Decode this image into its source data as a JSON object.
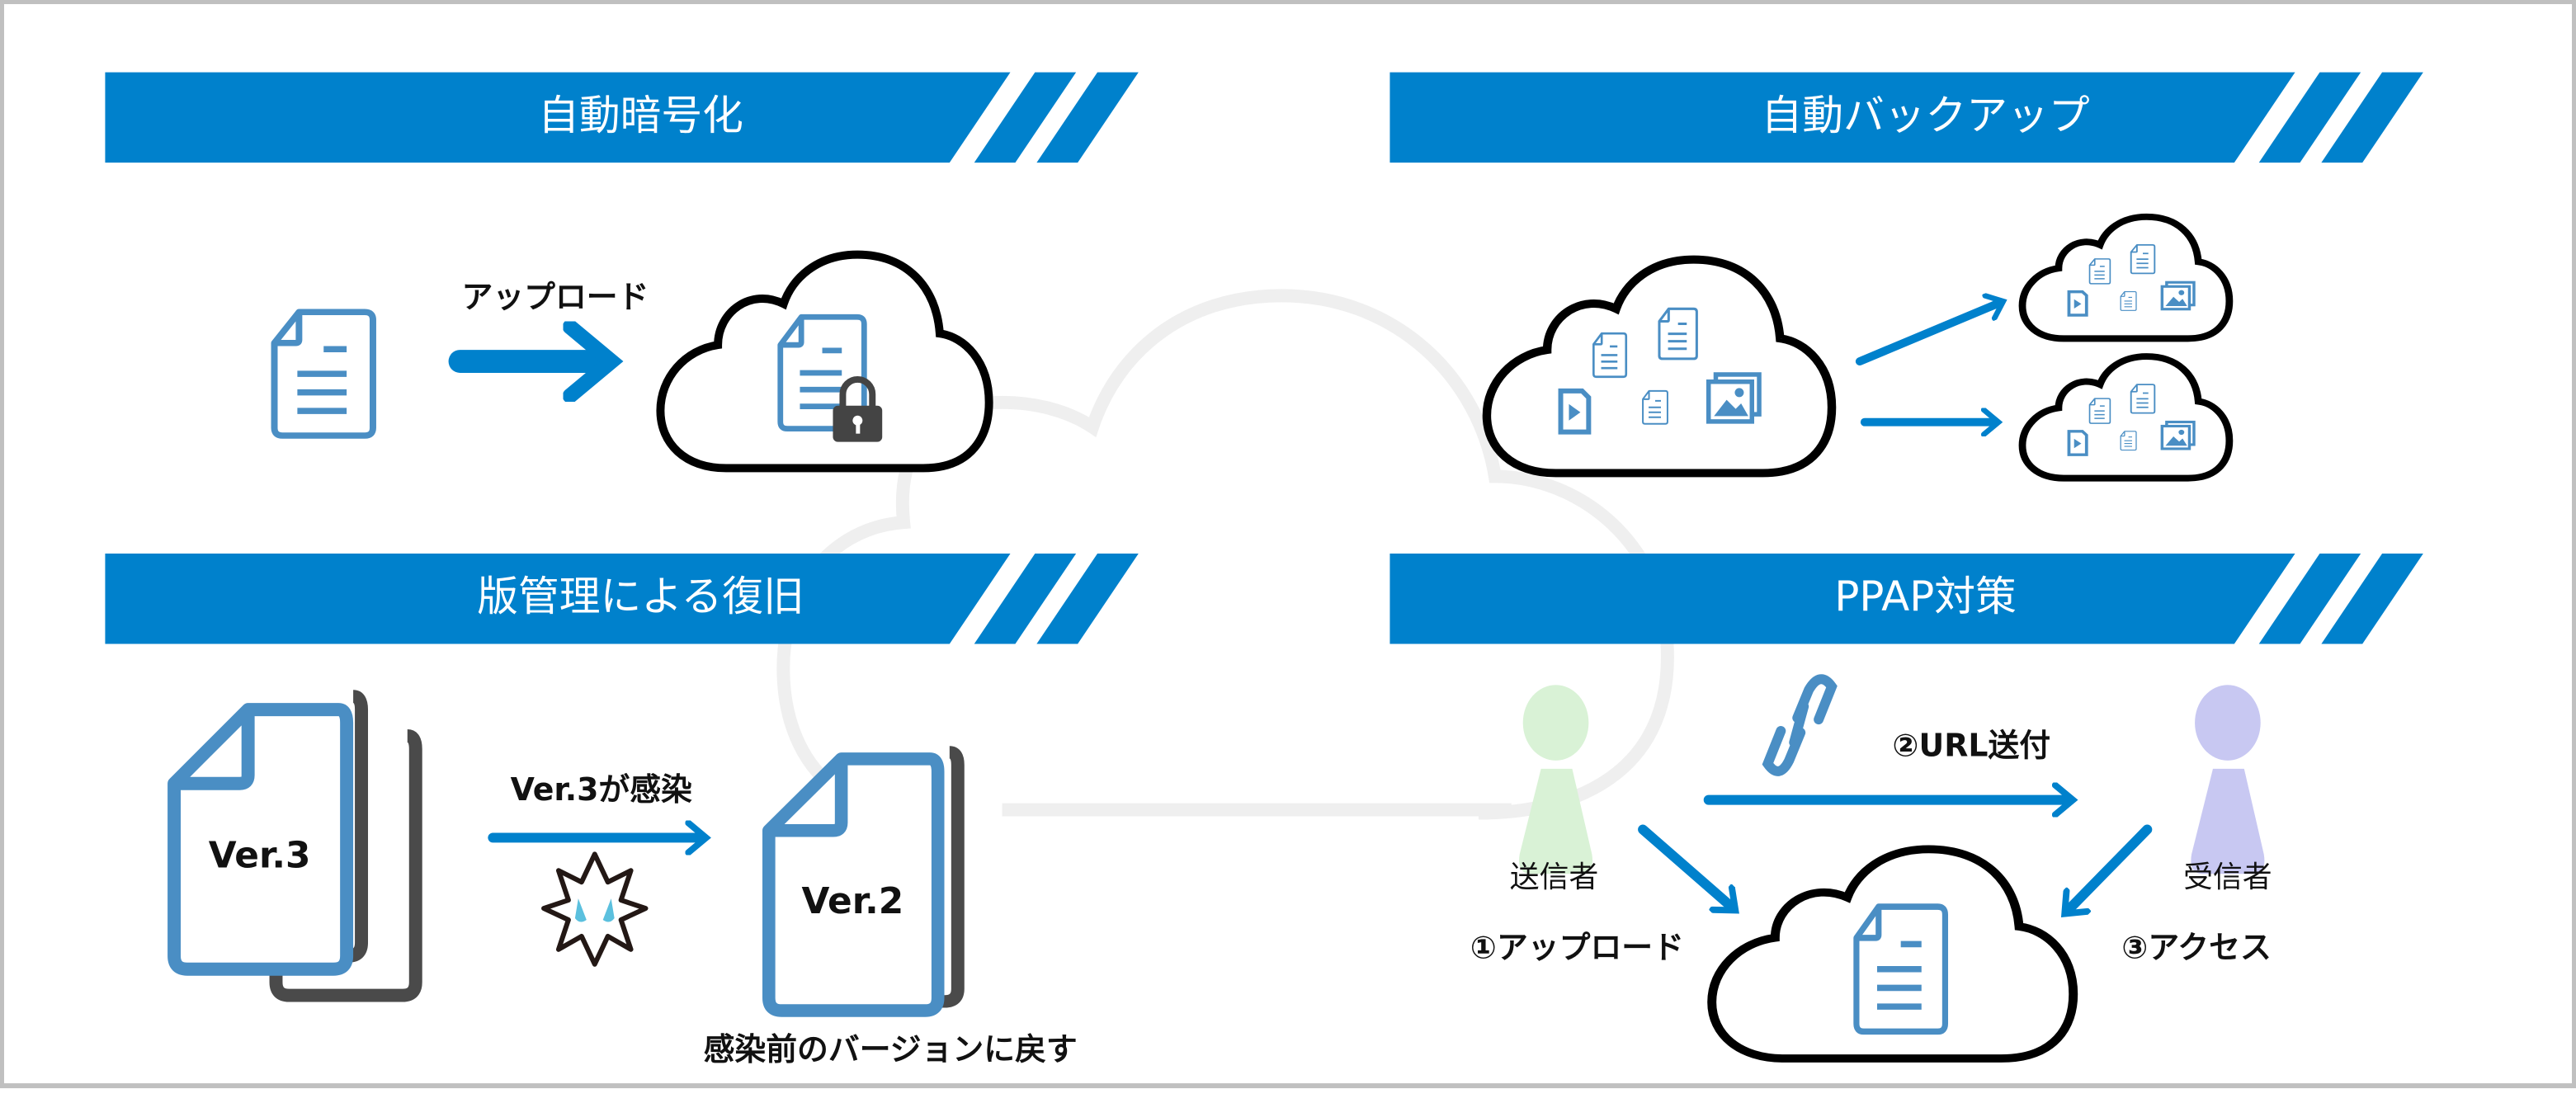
{
  "colors": {
    "brand": "#0081cc",
    "doc": "#4a8ec4",
    "sender": "#d9f2d6",
    "receiver": "#c8c8f2"
  },
  "sections": [
    {
      "title": "自動暗号化",
      "upload_label": "アップロード"
    },
    {
      "title": "自動バックアップ"
    },
    {
      "title": "版管理による復旧",
      "current_version": "Ver.3",
      "infected_label": "Ver.3が感染",
      "restored_version": "Ver.2",
      "restore_caption": "感染前のバージョンに戻す"
    },
    {
      "title": "PPAP対策",
      "sender": "送信者",
      "receiver": "受信者",
      "step1": "①アップロード",
      "step2": "②URL送付",
      "step3": "③アクセス"
    }
  ]
}
